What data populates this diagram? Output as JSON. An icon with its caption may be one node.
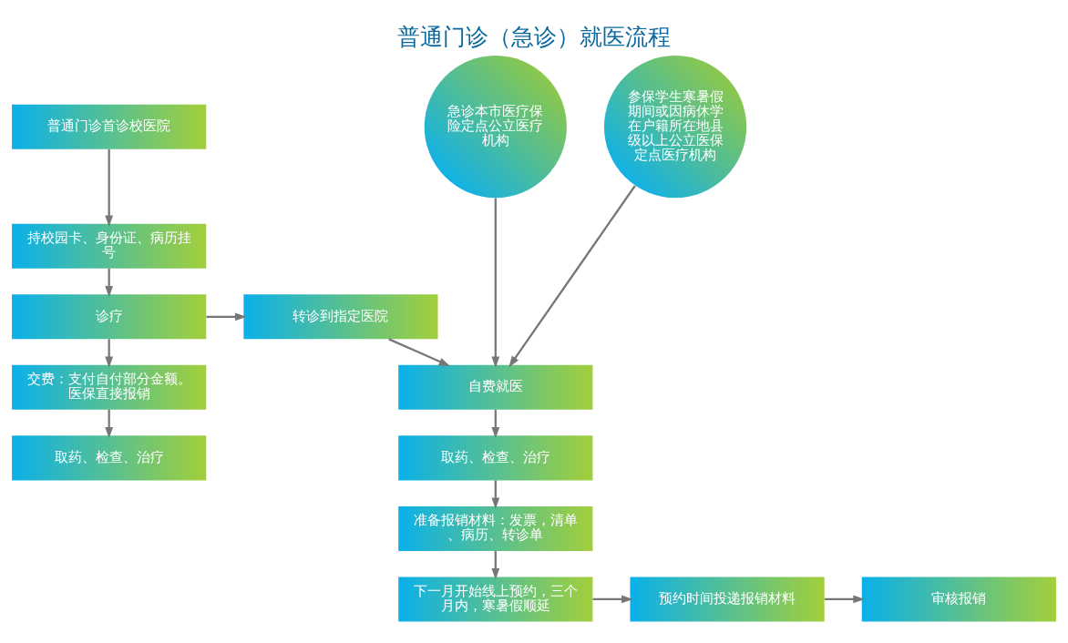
{
  "diagram": {
    "title": "普通门诊（急诊）就医流程",
    "nodes": [
      {
        "text": [
          "普通门诊首诊校医院"
        ]
      },
      {
        "text": [
          "持校园卡、身份证、病历挂号"
        ]
      },
      {
        "text": [
          "诊疗"
        ]
      },
      {
        "text": [
          "交费：支付自付部分金额。医保直接报销"
        ]
      },
      {
        "text": [
          "取药、检查、治疗"
        ]
      },
      {
        "text": [
          "转诊到指定医院"
        ]
      },
      {
        "text": [
          "自费就医"
        ]
      },
      {
        "text": [
          "取药、检查、治疗"
        ]
      },
      {
        "text": [
          "准备报销材料：发票，清单、病历、转诊单"
        ]
      },
      {
        "text": [
          "下一月开始线上预约，三个月内，寒暑假顺延"
        ]
      },
      {
        "text": [
          "预约时间投递报销材料"
        ]
      },
      {
        "text": [
          "审核报销"
        ]
      },
      {
        "text": [
          "急诊本市医疗保险定点公立医疗机构"
        ]
      },
      {
        "text": [
          "参保学生寒暑假期间或因病休学在户籍所在地县级以上公立医保定点医疗机构"
        ]
      }
    ],
    "edges": [
      {
        "from": 0,
        "to": 1,
        "arrow": "to"
      },
      {
        "from": 1,
        "to": 2,
        "arrow": "to"
      },
      {
        "from": 2,
        "to": 3,
        "arrow": "to"
      },
      {
        "from": 3,
        "to": 4,
        "arrow": "to"
      },
      {
        "from": 2,
        "to": 5,
        "arrow": "to"
      },
      {
        "from": 5,
        "to": 6,
        "arrow": "to"
      },
      {
        "from": 6,
        "to": 7,
        "arrow": "to"
      },
      {
        "from": 7,
        "to": 8,
        "arrow": "to"
      },
      {
        "from": 8,
        "to": 9,
        "arrow": "to"
      },
      {
        "from": 9,
        "to": 10,
        "arrow": "to"
      },
      {
        "from": 10,
        "to": 11,
        "arrow": "to"
      },
      {
        "from": 12,
        "to": 6,
        "arrow": "to"
      },
      {
        "from": 13,
        "to": 6,
        "arrow": "to"
      }
    ]
  }
}
